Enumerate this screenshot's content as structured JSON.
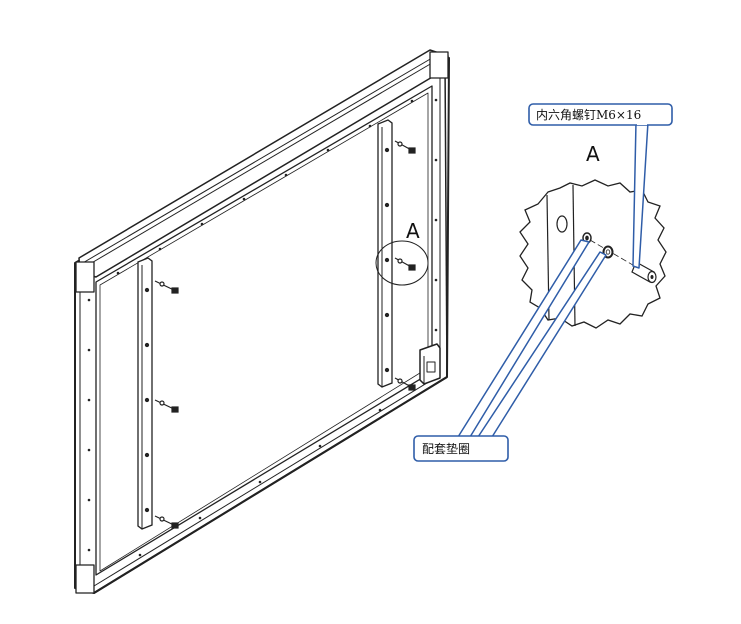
{
  "diagram": {
    "labels": {
      "panel_detail_marker": "A",
      "detail_view_title": "A",
      "screw_callout": "内六角螺钉M6×16",
      "washer_callout": "配套垫圈"
    },
    "colors": {
      "line": "#222222",
      "callout_border": "#2f5da8",
      "background": "#ffffff"
    }
  }
}
